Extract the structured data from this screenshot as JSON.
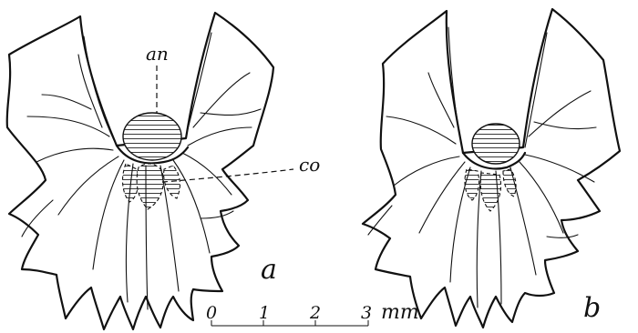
{
  "figure": {
    "label_an": "an",
    "label_co": "co",
    "panel_a": "a",
    "panel_b": "b",
    "scale_ticks": [
      "0",
      "1",
      "2",
      "3"
    ],
    "scale_unit": "mm"
  }
}
